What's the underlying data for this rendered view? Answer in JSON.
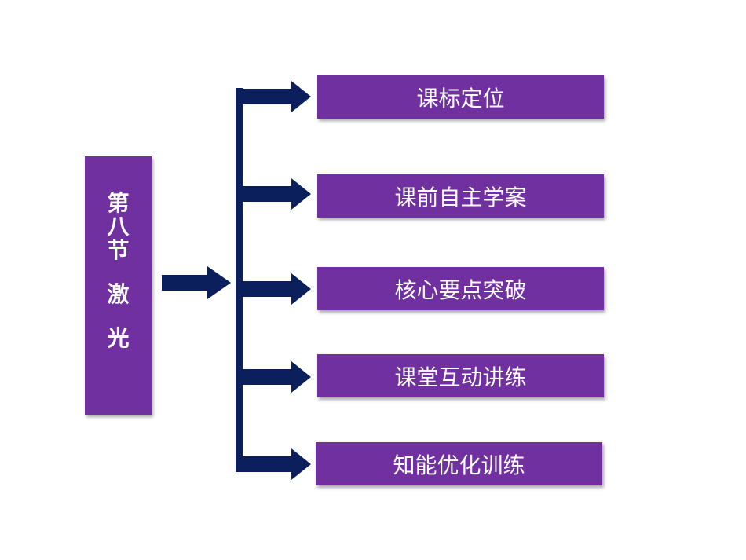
{
  "title": {
    "chars": [
      "第",
      "八",
      "节",
      "激",
      "光"
    ]
  },
  "menu": {
    "items": [
      {
        "label": "课标定位"
      },
      {
        "label": "课前自主学案"
      },
      {
        "label": "核心要点突破"
      },
      {
        "label": "课堂互动讲练"
      },
      {
        "label": "知能优化训练"
      }
    ]
  },
  "colors": {
    "box_fill": "#7030a0",
    "arrow_fill": "#0b1f5c",
    "text": "#ffffff"
  }
}
